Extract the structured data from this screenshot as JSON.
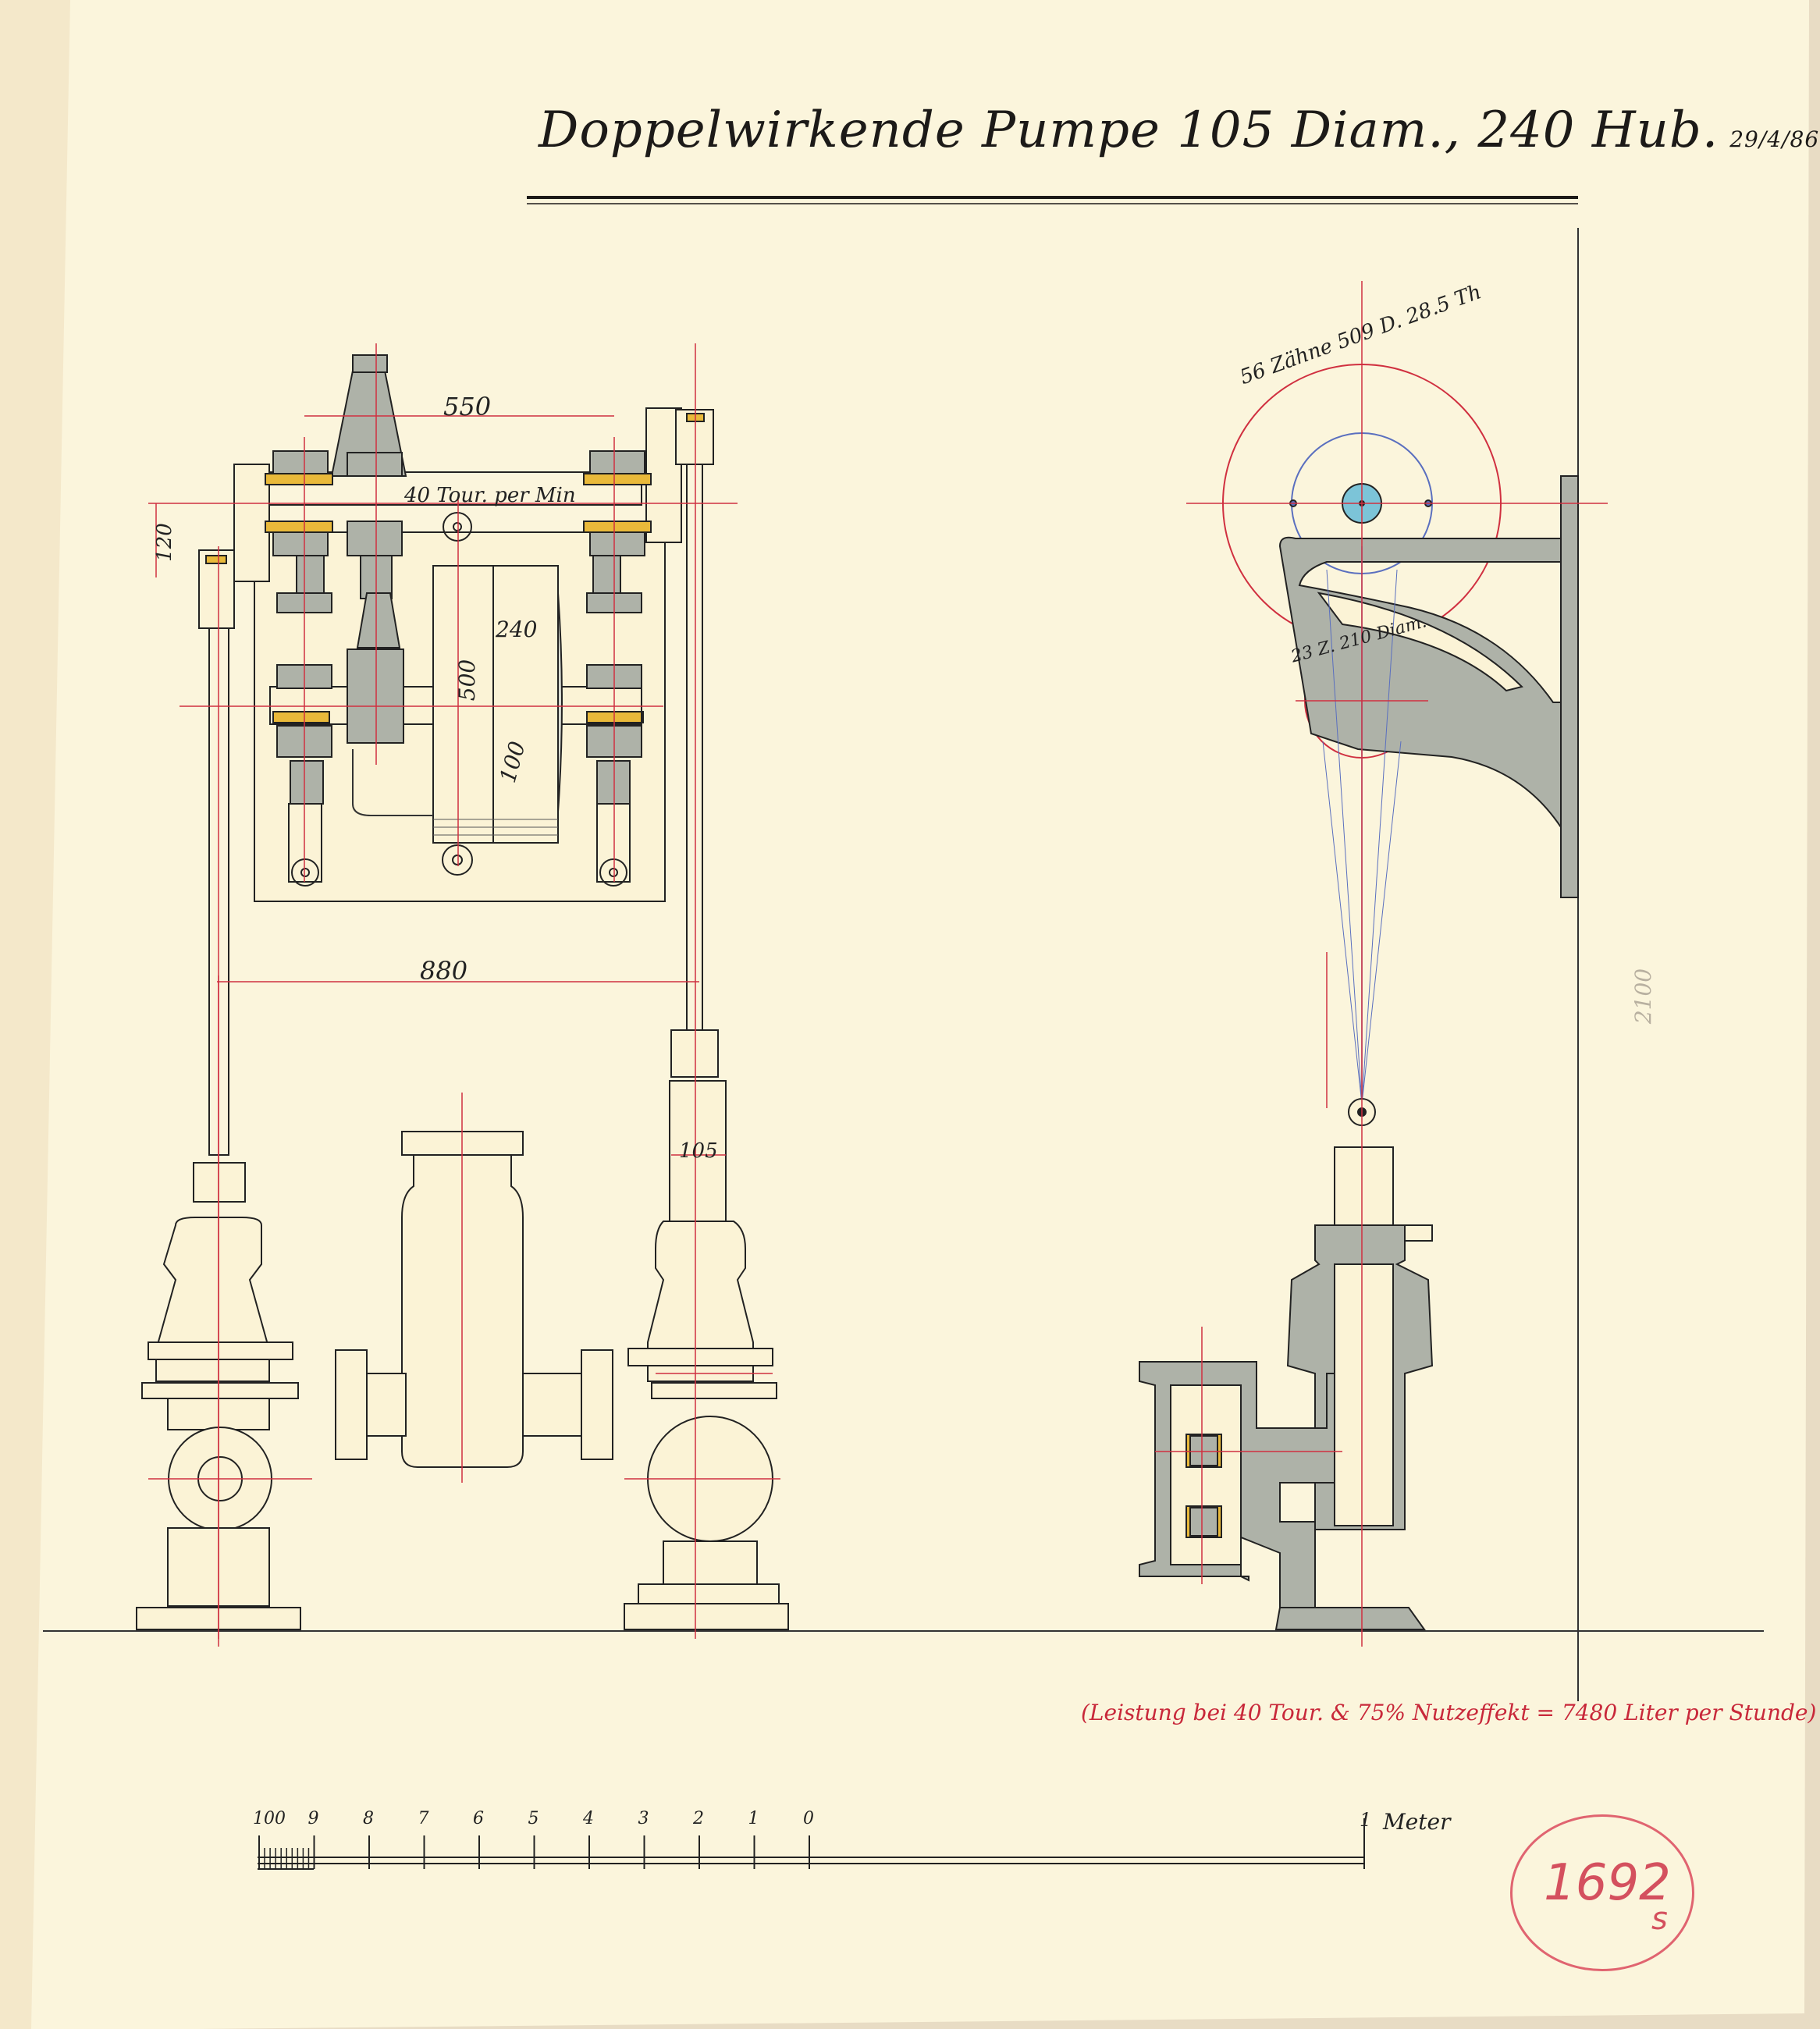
{
  "title": {
    "text": "Doppelwirkende Pumpe 105 Diam., 240 Hub.",
    "date": "29/4/86"
  },
  "front_view": {
    "dim_width_top": "550",
    "dim_height_small": "120",
    "speed_note": "40 Tour. per Min",
    "drum_diameter": "500",
    "drum_stroke": "240",
    "drum_width": "100",
    "dim_width_columns": "880",
    "plunger_diameter": "105"
  },
  "side_view": {
    "gear_large": "56 Zähne 509 D. 28.5 Th",
    "gear_small": "23 Z. 210 Diam.",
    "height_mark": "2100"
  },
  "performance_note": "(Leistung bei 40 Tour. & 75% Nutzeffekt = 7480 Liter per Stunde)",
  "scale_bar": {
    "labels": [
      "100",
      "9",
      "8",
      "7",
      "6",
      "5",
      "4",
      "3",
      "2",
      "1",
      "0"
    ],
    "end_label": "1",
    "unit": "Meter"
  },
  "stamp": {
    "number": "1692",
    "suffix": "s"
  },
  "colors": {
    "paper": "#fbf5dc",
    "ink": "#1c1a18",
    "red_line": "#d03040",
    "blue_line": "#5a6fbf",
    "grey_fill": "#a9ada3",
    "yellow_fill": "#e9b93a",
    "bore_blue": "#7cc4d8"
  }
}
